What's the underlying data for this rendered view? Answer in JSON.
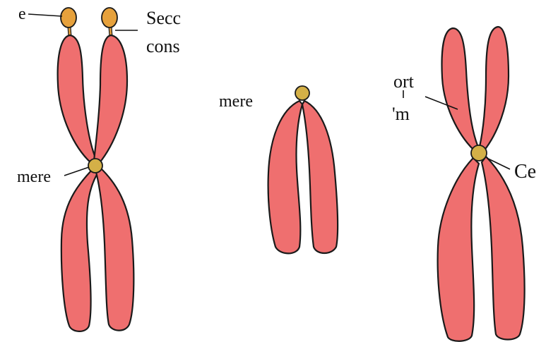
{
  "labels": {
    "satellite_fragment": "e",
    "secondary_constriction_line1": "Secc",
    "secondary_constriction_line2": "cons",
    "centromere_left": "mere",
    "centromere_middle": "mere",
    "short_arm_line1": "ort",
    "short_arm_line2": "'m",
    "centromere_right": "Ce"
  },
  "colors": {
    "chromatid": "#ef6f6f",
    "centromere": "#d4b047",
    "satellite": "#e6a13c",
    "outline": "#1a1a1a"
  }
}
